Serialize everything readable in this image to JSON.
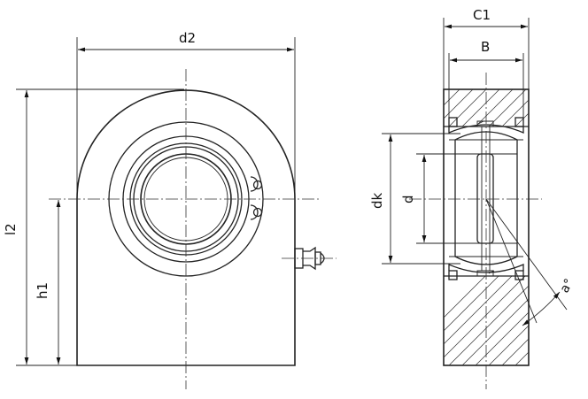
{
  "drawing": {
    "front_view": {
      "dimensions": {
        "d2": "d2",
        "l2": "l2",
        "h1": "h1"
      }
    },
    "side_view": {
      "dimensions": {
        "C1": "C1",
        "B": "B",
        "dk": "dk",
        "d": "d",
        "alpha": "a°"
      }
    }
  }
}
